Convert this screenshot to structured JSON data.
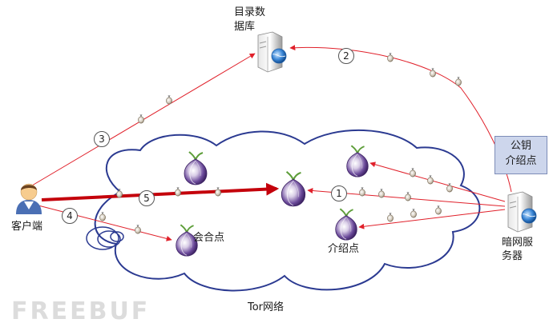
{
  "labels": {
    "directory_db_line1": "目录数",
    "directory_db_line2": "据库",
    "client": "客户端",
    "dark_server_line1": "暗网服",
    "dark_server_line2": "务器",
    "rendezvous_point": "会合点",
    "intro_point": "介绍点",
    "public_key_line1": "公钥",
    "public_key_line2": "介绍点",
    "tor_network": "Tor网络"
  },
  "steps": [
    "1",
    "2",
    "3",
    "4",
    "5"
  ],
  "watermark": "FREEBUF",
  "colors": {
    "arrow": "#e0202a",
    "thick_arrow": "#c4000b",
    "cloud_stroke": "#2b3a91",
    "onion_purple": "#5b3d8c"
  }
}
